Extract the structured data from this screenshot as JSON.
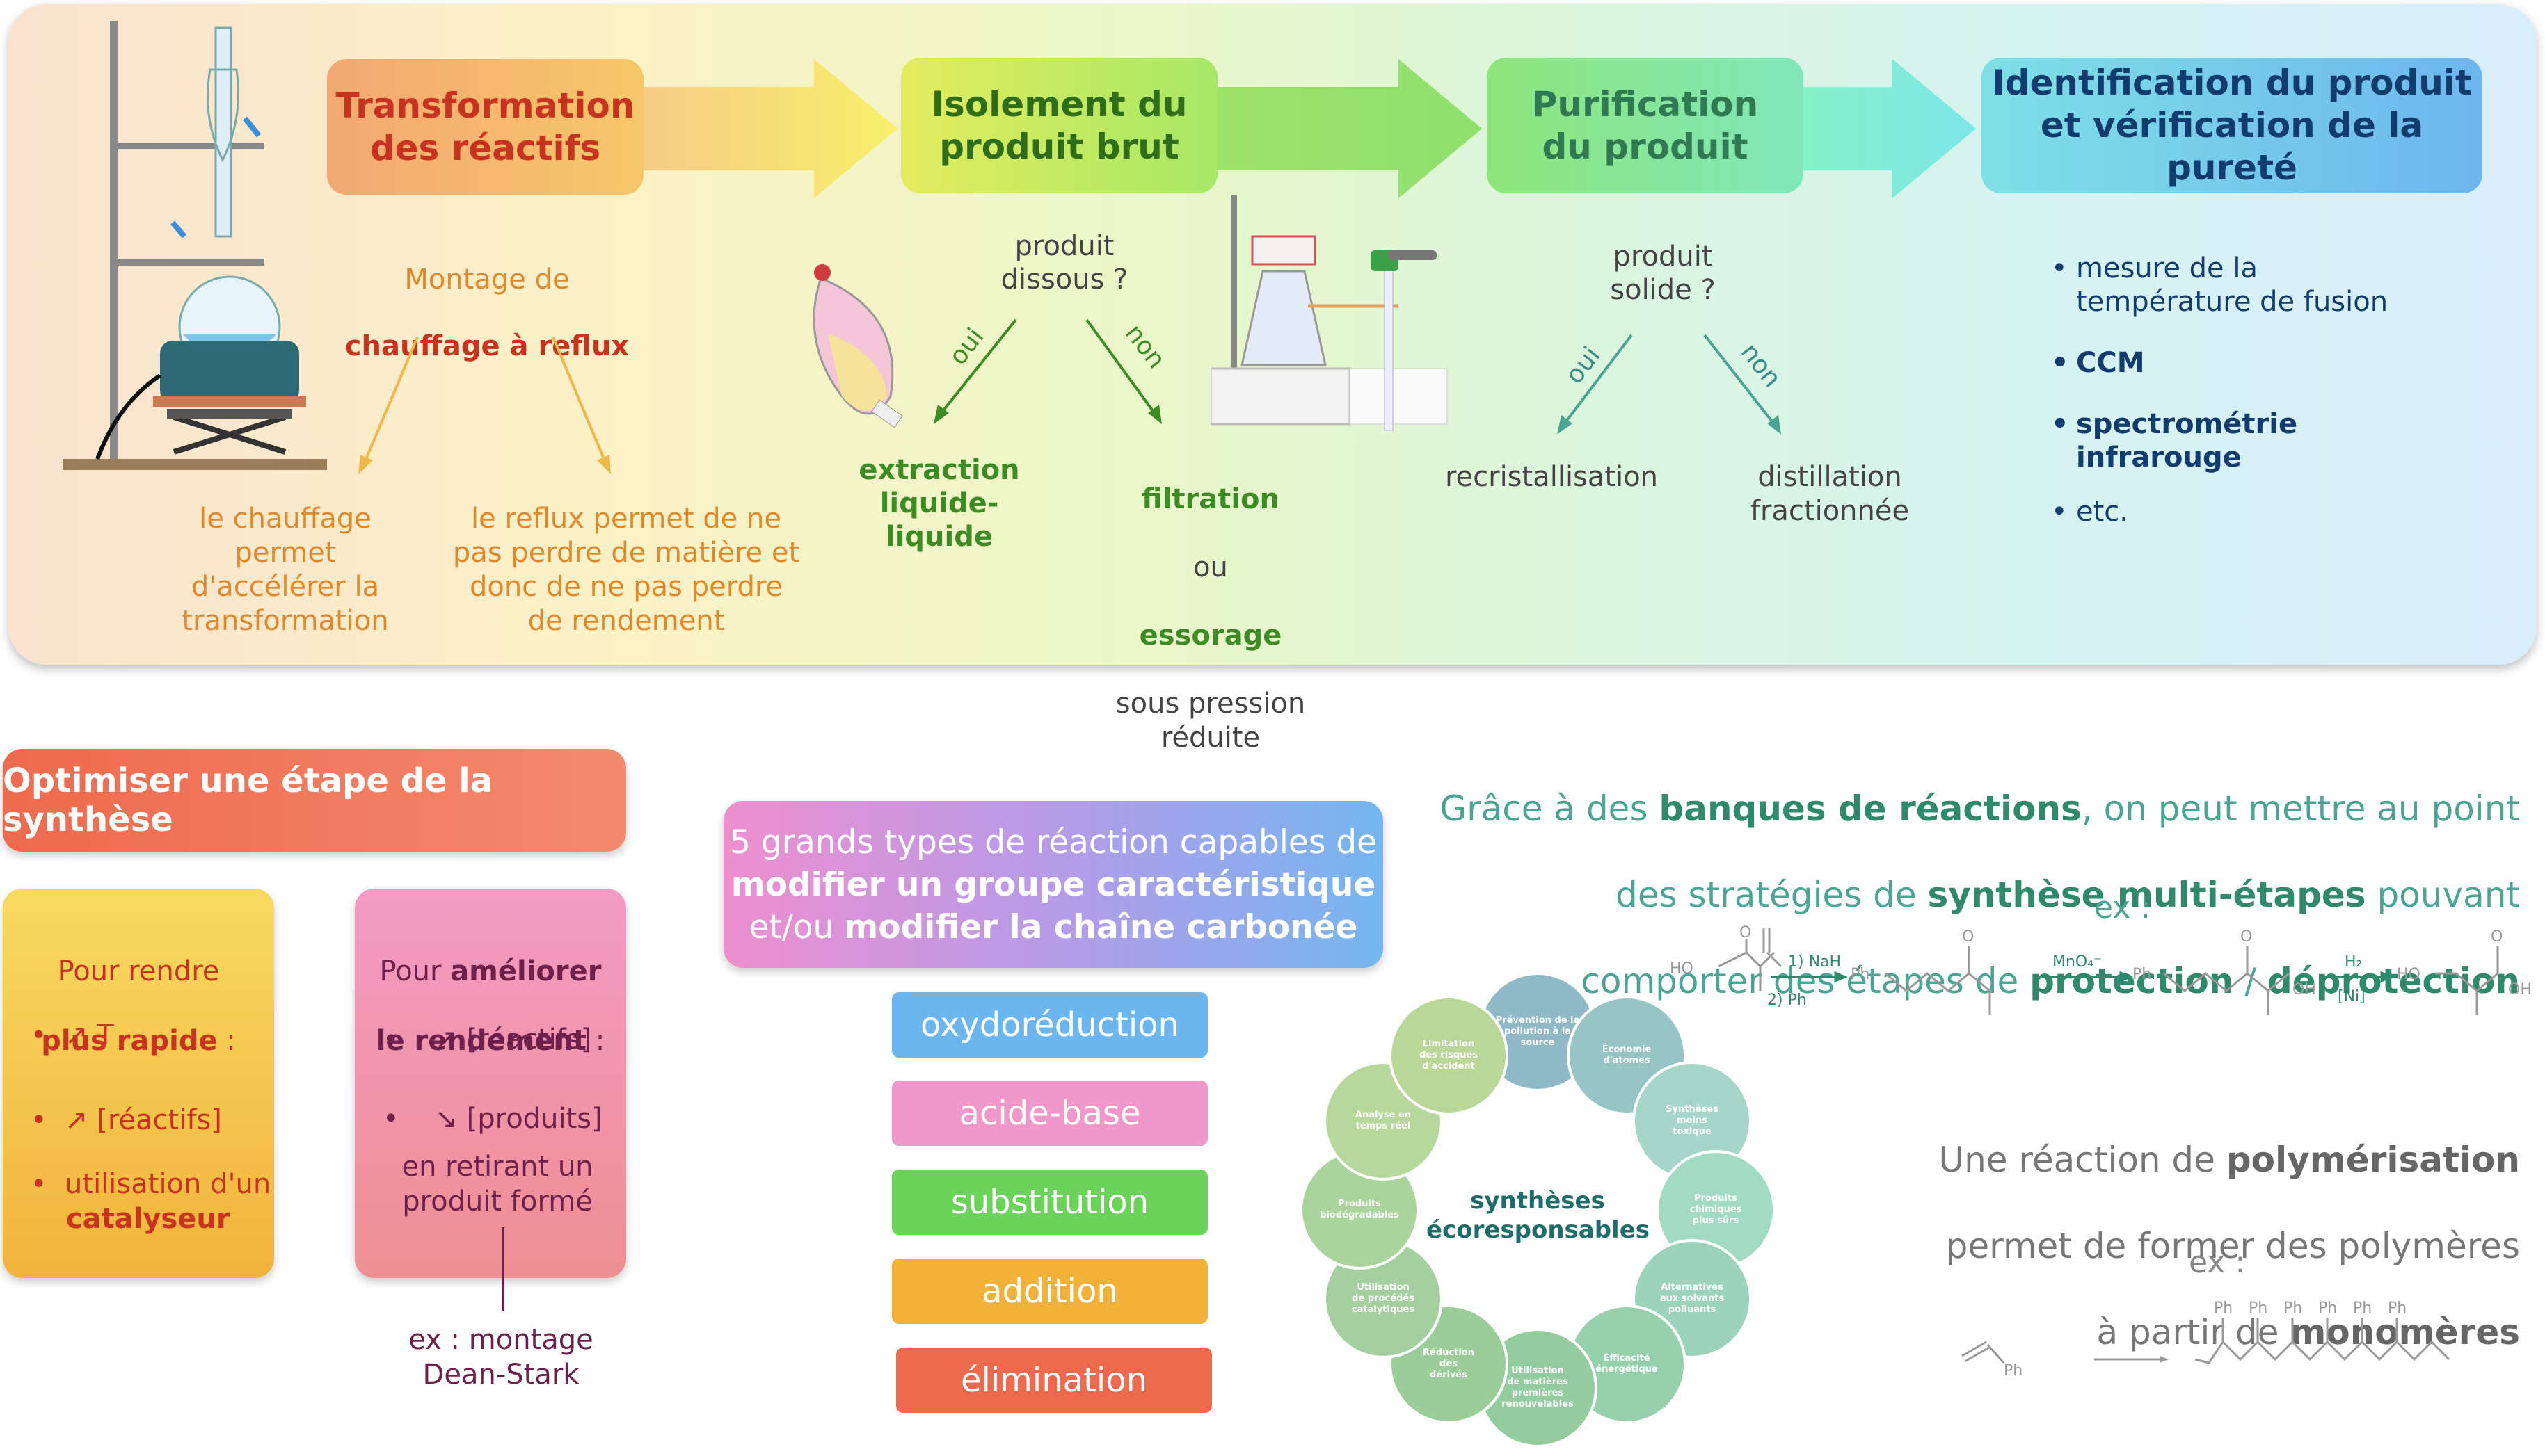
{
  "colors": {
    "orange": "#e0892c",
    "green": "#3d8b24",
    "teal": "#3a8a85",
    "darkblue": "#123b6e",
    "red": "#c8331f",
    "maroon": "#6e1f4a"
  },
  "steps": [
    {
      "label": "Transformation\ndes réactifs"
    },
    {
      "label": "Isolement du\nproduit brut"
    },
    {
      "label": "Purification\ndu produit"
    },
    {
      "label": "Identification du produit\net vérification de la pureté"
    }
  ],
  "transformation": {
    "montage_line1": "Montage de",
    "montage_line2": "chauffage à reflux",
    "left_text": "le chauffage\npermet\nd'accélérer la\ntransformation",
    "right_text": "le reflux permet de ne\npas perdre de matière et\ndonc de ne pas perdre\nde rendement"
  },
  "isolement": {
    "question": "produit\ndissous ?",
    "oui": "oui",
    "non": "non",
    "extraction": "extraction\nliquide-\nliquide",
    "filtration": "filtration",
    "ou": "ou",
    "essorage": "essorage",
    "essorage_sub": "sous pression\nréduite"
  },
  "purification": {
    "question": "produit\nsolide ?",
    "oui": "oui",
    "non": "non",
    "recristallisation": "recristallisation",
    "distillation": "distillation\nfractionnée"
  },
  "identification": {
    "items": [
      "mesure de la\ntempérature de fusion",
      "CCM",
      "spectrométrie\ninfrarouge",
      "etc."
    ]
  },
  "optimiser": {
    "title": "Optimiser une étape de la synthèse",
    "rapide_pre": "Pour rendre",
    "rapide_bold": "plus rapide",
    "rapide_post": " :",
    "rapide_items": [
      "↗ T",
      "↗ [réactifs]",
      "utilisation d'un"
    ],
    "catalyseur": "catalyseur",
    "rendement_pre": "Pour ",
    "rendement_bold1": "améliorer",
    "rendement_bold2": "le rendement",
    "rendement_post": " :",
    "rendement_items": [
      "↗ [réactifs]",
      "↘ [produits]"
    ],
    "retirant": "en retirant un\nproduit formé",
    "exemple": "ex : montage\nDean-Stark"
  },
  "types": {
    "line1": "5 grands types de réaction capables de",
    "line2": "modifier un groupe caractéristique",
    "line3_pre": "et/ou ",
    "line3_bold": "modifier la chaîne carbonée",
    "items": [
      {
        "label": "oxydoréduction",
        "color": "#6bb6ee"
      },
      {
        "label": "acide-base",
        "color": "#ef98c9"
      },
      {
        "label": "substitution",
        "color": "#6bd25a"
      },
      {
        "label": "addition",
        "color": "#f2b23a"
      },
      {
        "label": "élimination",
        "color": "#ee6a4e"
      }
    ]
  },
  "eco": {
    "center": "synthèses\nécoresponsables",
    "principles": [
      "Prévention de la\npollution à la\nsource",
      "Économie\nd'atomes",
      "Synthèses\nmoins\ntoxique",
      "Produits\nchimiques\nplus sûrs",
      "Alternatives\naux solvants\npolluants",
      "Efficacité\nénergétique",
      "Utilisation\nde matières\npremières\nrenouvelables",
      "Réduction\ndes\ndérivés",
      "Utilisation\nde procédés\ncatalytiques",
      "Produits\nbiodégradables",
      "Analyse en\ntemps réel",
      "Limitation\ndes risques\nd'accident"
    ]
  },
  "multi": {
    "l1_pre": "Grâce à des ",
    "l1_bold": "banques de réactions",
    "l1_post": ", on peut mettre au point",
    "l2_pre": "des stratégies de ",
    "l2_bold": "synthèse multi-étapes",
    "l2_post": " pouvant",
    "l3_pre": "comporter des étapes de ",
    "l3_bold1": "protection",
    "l3_sep": " / ",
    "l3_bold2": "déprotection",
    "ex": "ex :",
    "reagent1a": "1) NaH",
    "reagent1b": "2) Ph",
    "reagent2": "MnO₄⁻",
    "reagent3a": "H₂",
    "reagent3b": "[Ni]"
  },
  "polymer": {
    "l1_pre": "Une réaction de ",
    "l1_bold": "polymérisation",
    "l2": "permet de former des polymères",
    "l3_pre": "à partir de ",
    "l3_bold": "monomères",
    "ex": "ex :",
    "ph": "Ph"
  }
}
